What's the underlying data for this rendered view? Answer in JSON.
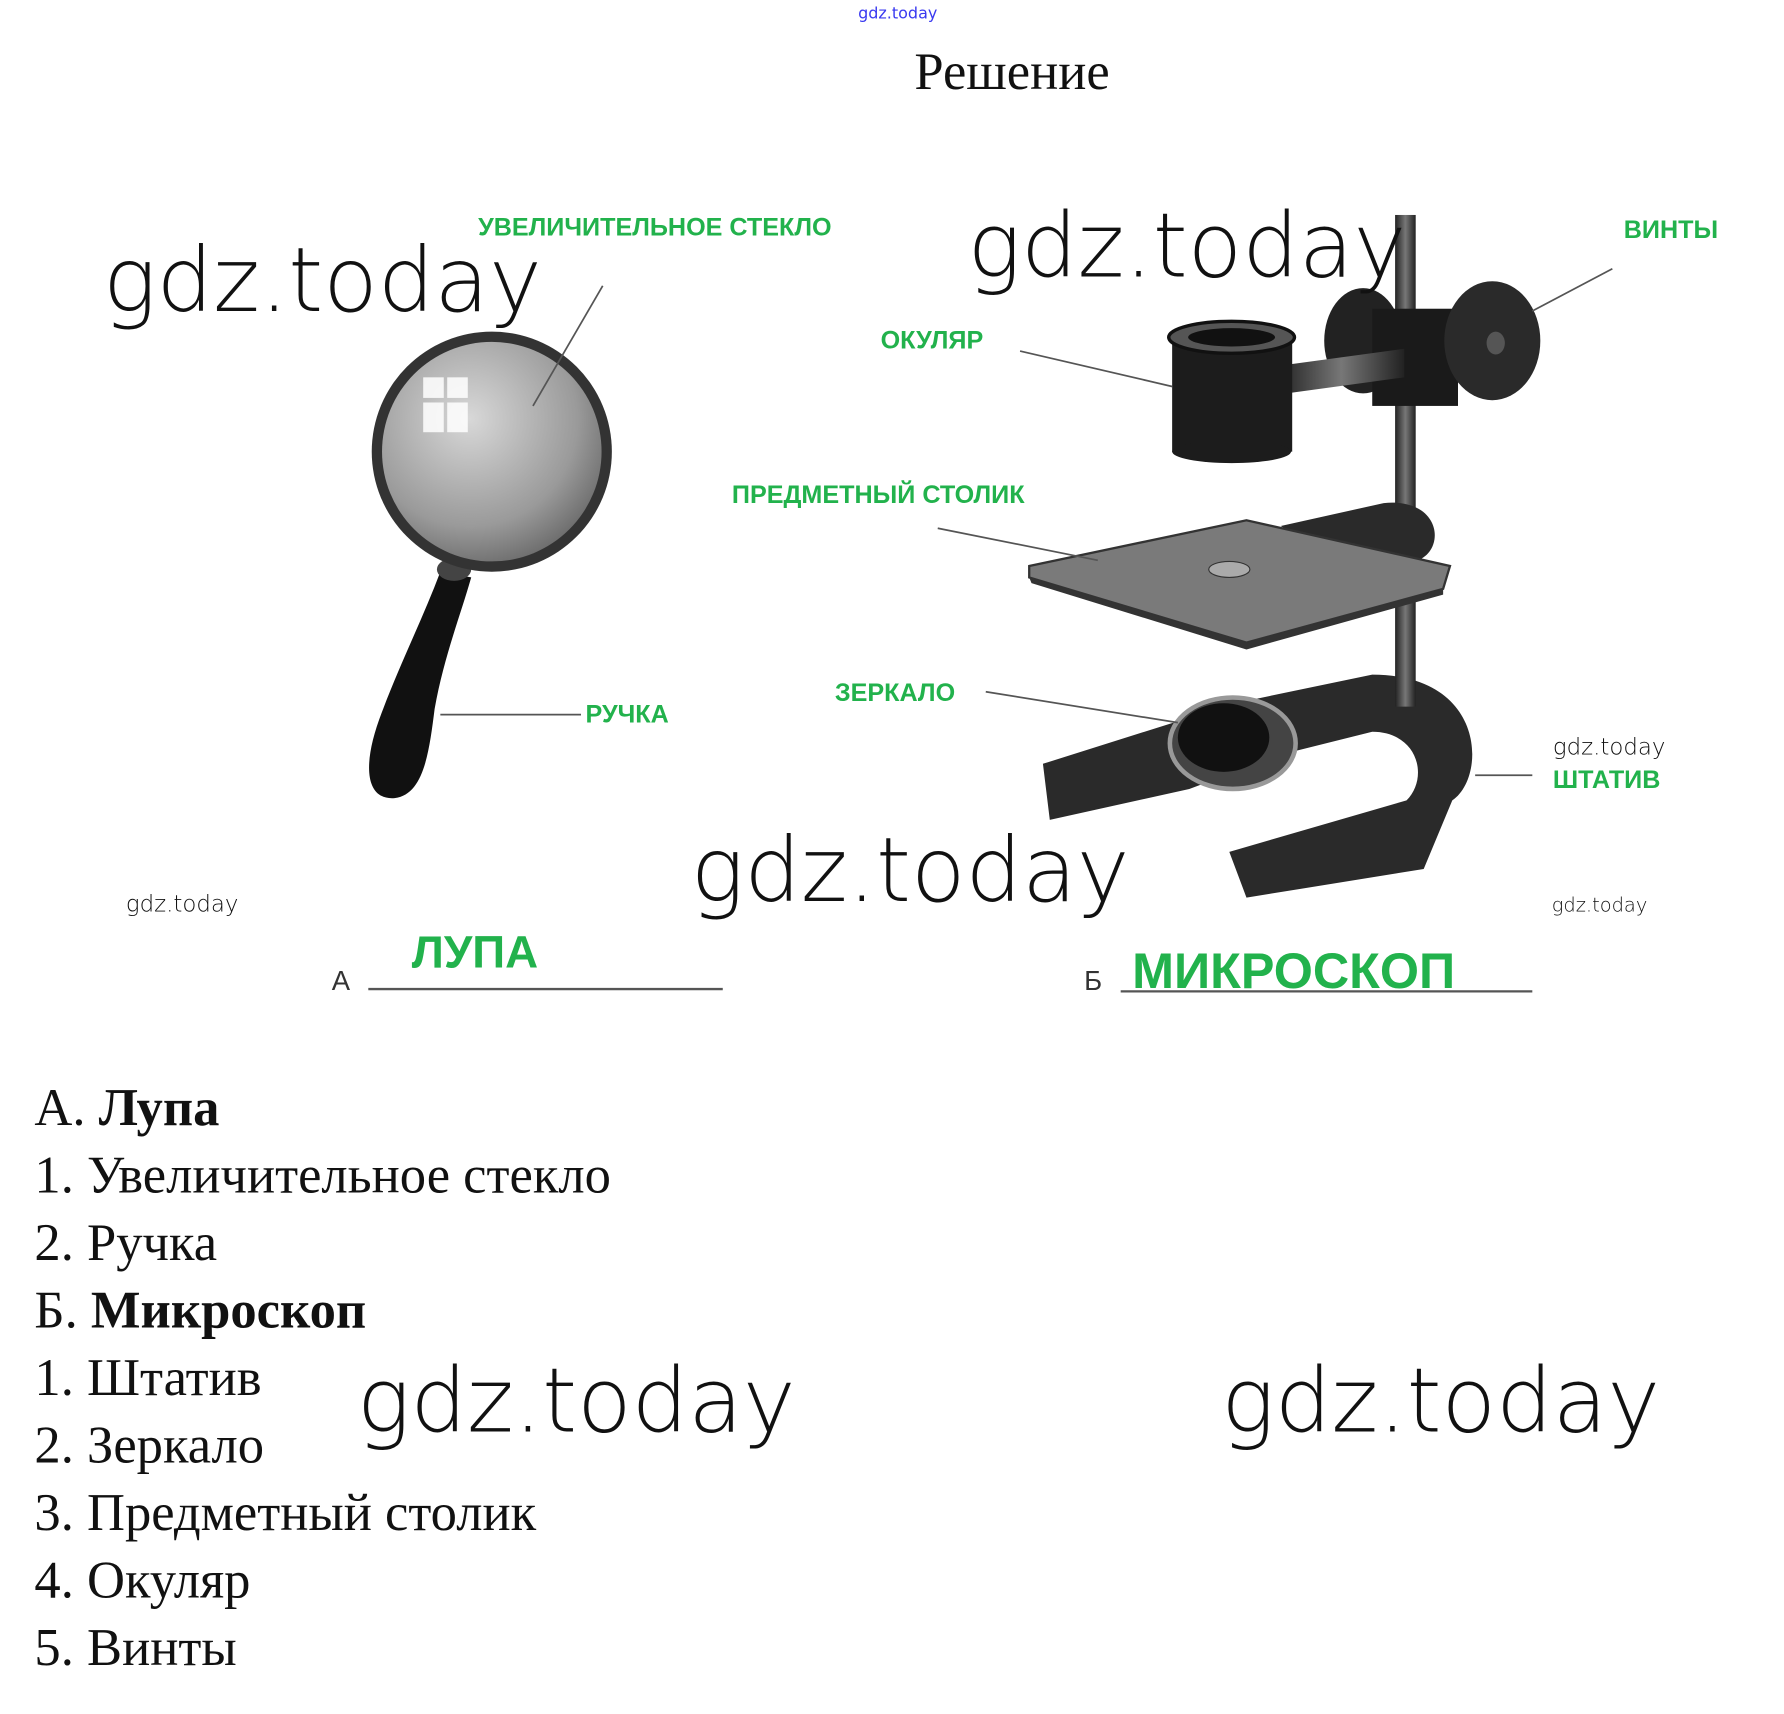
{
  "header": {
    "watermark_top": "gdz.today",
    "title": "Решение"
  },
  "figure": {
    "magnifier": {
      "letter": "А",
      "name": "ЛУПА",
      "labels": {
        "glass": "УВЕЛИЧИТЕЛЬНОЕ СТЕКЛО",
        "handle": "РУЧКА"
      }
    },
    "microscope": {
      "letter": "Б",
      "name": "МИКРОСКОП",
      "labels": {
        "eyepiece": "ОКУЛЯР",
        "screws": "ВИНТЫ",
        "stage": "ПРЕДМЕТНЫЙ СТОЛИК",
        "mirror": "ЗЕРКАЛО",
        "stand": "ШТАТИВ"
      }
    },
    "watermarks": [
      "gdz.today",
      "gdz.today",
      "gdz.today",
      "gdz.today",
      "gdz.today",
      "gdz.today"
    ]
  },
  "answer": {
    "a_prefix": "А. ",
    "a_title": "Лупа",
    "a_items": [
      "1. Увеличительное стекло",
      "2. Ручка"
    ],
    "b_prefix": "Б. ",
    "b_title": "Микроскоп",
    "b_items": [
      "1. Штатив",
      "2. Зеркало",
      "3. Предметный столик",
      "4. Окуляр",
      "5. Винты"
    ],
    "watermarks": [
      "gdz.today",
      "gdz.today"
    ]
  },
  "colors": {
    "label_green": "#22b24c",
    "watermark_blue": "#3a3af0"
  }
}
